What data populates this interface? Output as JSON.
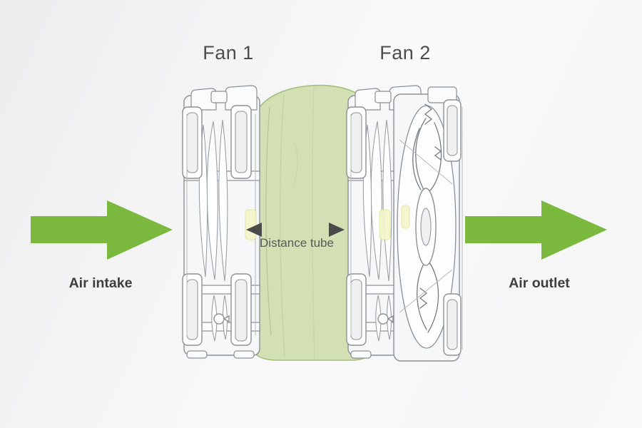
{
  "diagram": {
    "fan1_label": "Fan 1",
    "fan2_label": "Fan 2",
    "distance_tube_label": "Distance tube",
    "air_intake_label": "Air intake",
    "air_outlet_label": "Air outlet"
  },
  "colors": {
    "arrow_green": "#7ab83e",
    "tube_fill": "#d2e0b4",
    "tube_stroke": "#a3bd7e",
    "line_art": "#8b9096",
    "label_dark": "#4d4d4d",
    "caption_gray": "#595959"
  }
}
